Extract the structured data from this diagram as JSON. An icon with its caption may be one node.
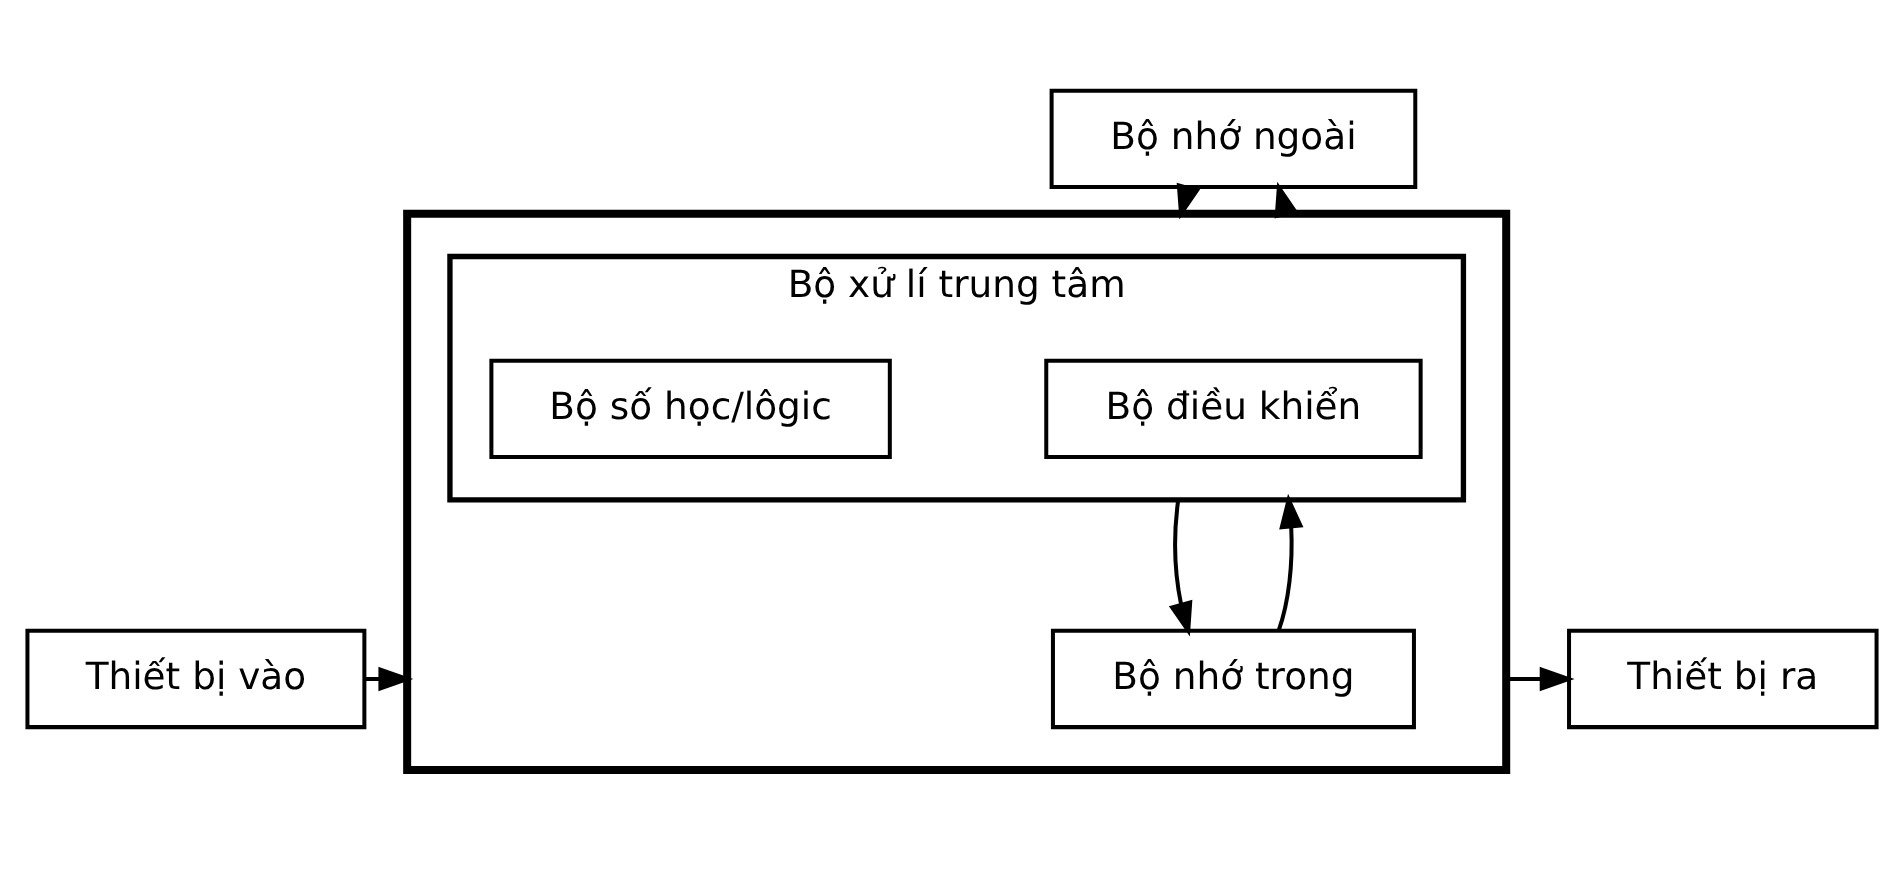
{
  "diagram": {
    "nodes": [
      {
        "text": [
          "Bộ nhớ ngoài"
        ]
      },
      {
        "text": [],
        "shape": "box"
      },
      {
        "text": [
          "Bộ xử lí trung tâm"
        ],
        "in": 1
      },
      {
        "text": [
          "Bộ điều khiển"
        ],
        "in": 2
      },
      {
        "text": [
          "Bộ số học/lôgic"
        ],
        "in": 2
      },
      {
        "text": [
          "Thiết bị vào"
        ]
      },
      {
        "text": [
          "Bộ nhớ trong"
        ],
        "in": 1
      },
      {
        "text": [
          "Thiết bị ra"
        ]
      }
    ],
    "edges": [
      {
        "from": 0,
        "to": 1,
        "arrow": "to"
      },
      {
        "from": 1,
        "to": 0,
        "arrow": "to"
      },
      {
        "from": 2,
        "to": 6,
        "arrow": "to"
      },
      {
        "from": 6,
        "to": 2,
        "arrow": "to"
      },
      {
        "from": 5,
        "to": 1,
        "arrow": "to"
      },
      {
        "from": 1,
        "to": 7,
        "arrow": "to"
      }
    ]
  }
}
